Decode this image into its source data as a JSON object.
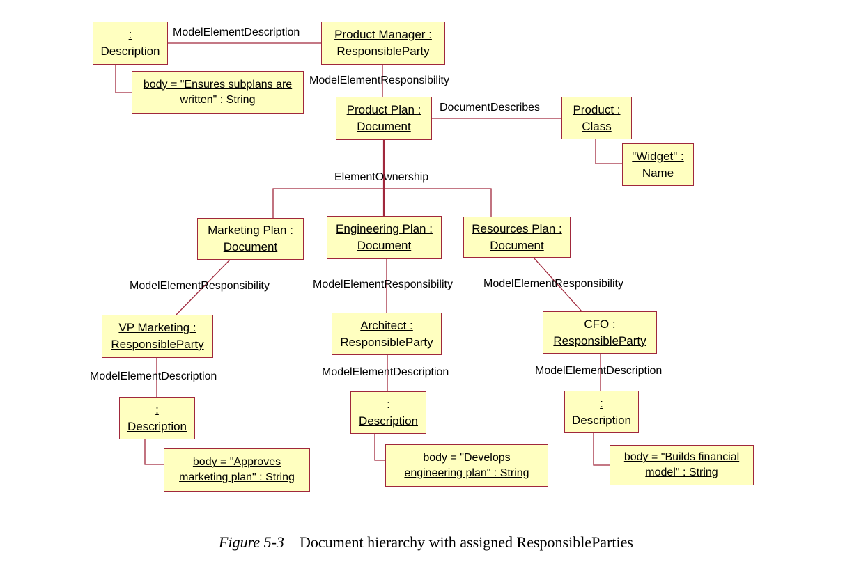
{
  "nodes": {
    "desc_top": [
      ":",
      "Description"
    ],
    "note_top": [
      "body = \"Ensures subplans are",
      "written\" : String"
    ],
    "product_manager": [
      "Product Manager :",
      "ResponsibleParty"
    ],
    "product_plan": [
      "Product Plan :",
      "Document"
    ],
    "product": [
      "Product :",
      "Class"
    ],
    "widget": [
      "\"Widget\" :",
      "Name"
    ],
    "marketing_plan": [
      "Marketing Plan :",
      "Document"
    ],
    "engineering_plan": [
      "Engineering Plan :",
      "Document"
    ],
    "resources_plan": [
      "Resources Plan :",
      "Document"
    ],
    "vp_marketing": [
      "VP Marketing :",
      "ResponsibleParty"
    ],
    "architect": [
      "Architect :",
      "ResponsibleParty"
    ],
    "cfo": [
      "CFO :",
      "ResponsibleParty"
    ],
    "desc_left": [
      ":",
      "Description"
    ],
    "desc_mid": [
      ":",
      "Description"
    ],
    "desc_right": [
      ":",
      "Description"
    ],
    "note_left": [
      "body = \"Approves",
      "marketing plan\" : String"
    ],
    "note_mid": [
      "body = \"Develops",
      "engineering plan\" : String"
    ],
    "note_right": [
      "body = \"Builds financial",
      "model\" : String"
    ]
  },
  "labels": {
    "top_desc": "ModelElementDescription",
    "top_resp": "ModelElementResponsibility",
    "doc_describes": "DocumentDescribes",
    "ownership": "ElementOwnership",
    "resp_left": "ModelElementResponsibility",
    "resp_mid": "ModelElementResponsibility",
    "resp_right": "ModelElementResponsibility",
    "desc_left": "ModelElementDescription",
    "desc_mid": "ModelElementDescription",
    "desc_right": "ModelElementDescription"
  },
  "caption": {
    "number": "Figure 5-3",
    "text": "Document hierarchy with assigned ResponsibleParties"
  },
  "colors": {
    "box_fill": "#ffffc0",
    "line": "#a0283c"
  }
}
